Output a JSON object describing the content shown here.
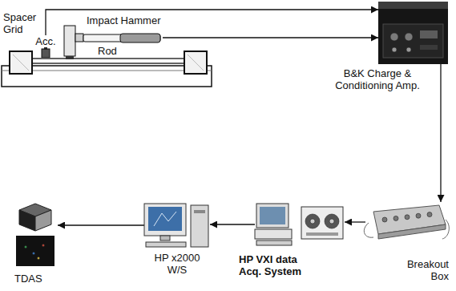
{
  "diagram": {
    "nodes": [
      {
        "text": [
          "Impact Hammer"
        ]
      },
      {
        "text": [
          "Acc."
        ]
      },
      {
        "text": [
          "B&K Charge & Conditioning Amp."
        ]
      },
      {
        "text": [
          "TDAS"
        ]
      },
      {
        "text": [
          "HP x2000 W/S"
        ]
      },
      {
        "text": [
          "HP VXI data Acq. System"
        ]
      },
      {
        "text": [
          "Breakout Box"
        ]
      }
    ],
    "edges": [
      {
        "from": 1,
        "to": 2,
        "arrow": "to"
      },
      {
        "from": 0,
        "to": 2,
        "arrow": "to"
      },
      {
        "from": 2,
        "to": 6,
        "arrow": "to"
      },
      {
        "from": 6,
        "to": 5,
        "arrow": "to"
      },
      {
        "from": 5,
        "to": 4,
        "arrow": "to"
      },
      {
        "from": 4,
        "to": 3,
        "arrow": "to"
      }
    ],
    "labels": [
      "Spacer Grid",
      "Rod"
    ]
  }
}
